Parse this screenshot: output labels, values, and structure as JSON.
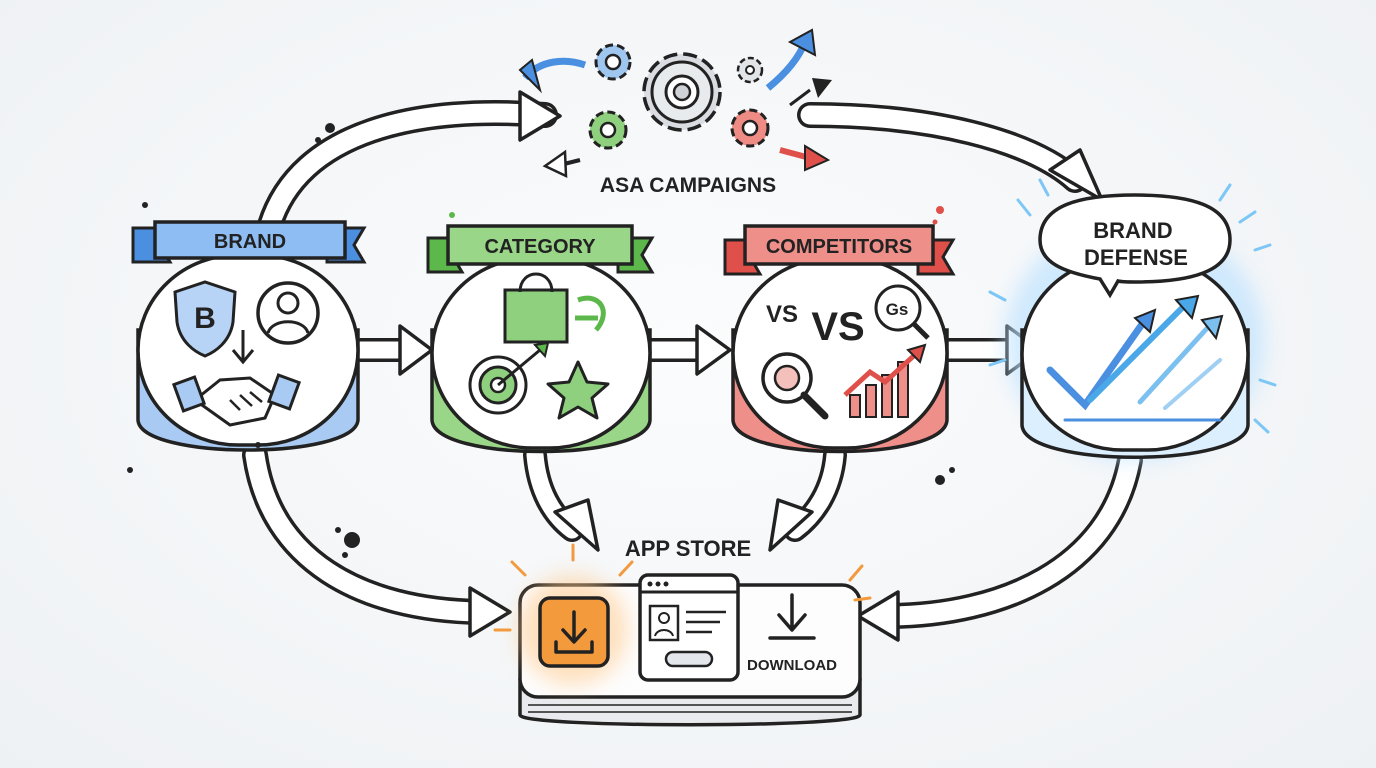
{
  "diagram": {
    "top_label": "ASA CAMPAIGNS",
    "bottom_label": "APP STORE",
    "stages": [
      {
        "label": "BRAND",
        "color": "#4a8fe0",
        "light": "#d3e5fb"
      },
      {
        "label": "CATEGORY",
        "color": "#5db84c",
        "light": "#d7efcf"
      },
      {
        "label": "COMPETITORS",
        "color": "#e0504a",
        "light": "#f8d3d0"
      },
      {
        "label": "BRAND DEFENSE",
        "color": "#4aa8e8",
        "light": "#dcefff"
      }
    ],
    "competitor_icons": {
      "vs_small": "VS",
      "vs_large": "VS",
      "gs": "Gs"
    },
    "brand_badge": "B",
    "app_store": {
      "download_label": "DOWNLOAD",
      "highlight_color": "#f39a3d"
    },
    "icons": [
      "gears-icon",
      "shield-icon",
      "user-icon",
      "handshake-icon",
      "shopping-bag-icon",
      "target-icon",
      "star-icon",
      "search-icon",
      "growth-chart-icon",
      "trend-arrows-icon",
      "download-icon",
      "app-page-icon"
    ]
  }
}
